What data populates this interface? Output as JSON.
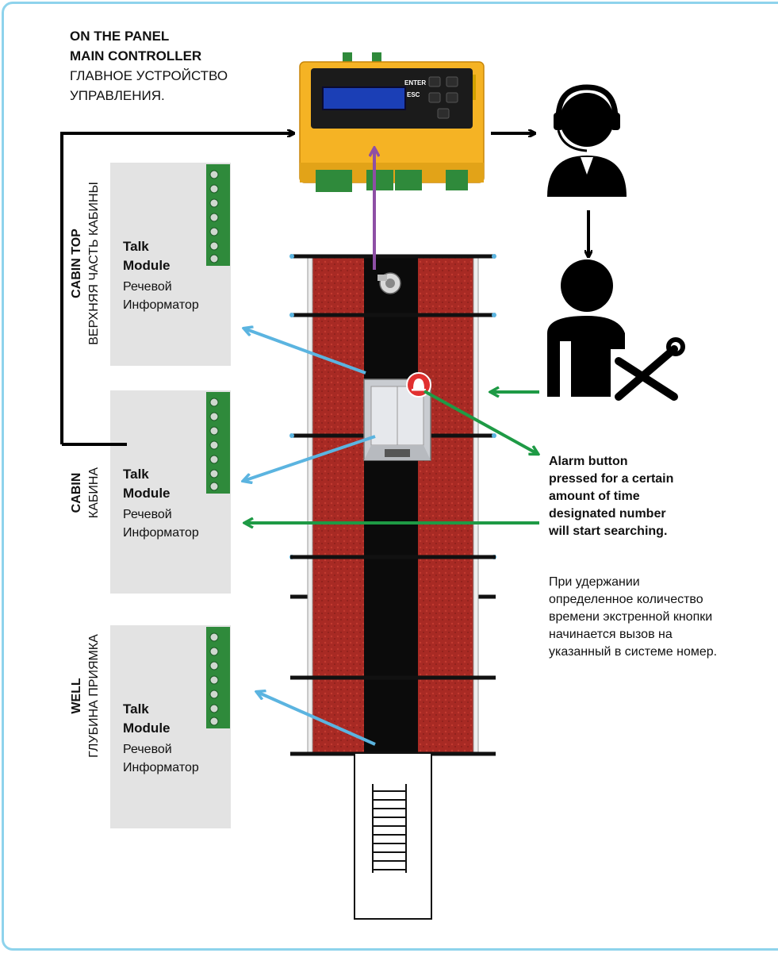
{
  "panel": {
    "title_line1": "ON THE PANEL",
    "title_line2": "MAIN CONTROLLER",
    "ru_line1": "ГЛАВНОЕ УСТРОЙСТВО",
    "ru_line2": "УПРАВЛЕНИЯ.",
    "enter_label": "ENTER",
    "esc_label": "ESC"
  },
  "zones": {
    "cabin_top": {
      "en": "CABIN TOP",
      "ru": "ВЕРХНЯЯ ЧАСТЬ КАБИНЫ"
    },
    "cabin": {
      "en": "CABIN",
      "ru": "КАБИНА"
    },
    "well": {
      "en": "WELL",
      "ru": "ГЛУБИНА ПРИЯМКА"
    }
  },
  "modules": [
    {
      "line1": "Talk",
      "line2": "Module",
      "ru1": "Речевой",
      "ru2": "Информатор"
    },
    {
      "line1": "Talk",
      "line2": "Module",
      "ru1": "Речевой",
      "ru2": "Информатор"
    },
    {
      "line1": "Talk",
      "line2": "Module",
      "ru1": "Речевой",
      "ru2": "Информатор"
    }
  ],
  "alarm": {
    "lines": [
      "Alarm button",
      "pressed for a certain",
      "amount of time",
      "designated number",
      "will start searching."
    ],
    "ru_lines": [
      "При удержании",
      "определенное количество",
      "времени экстренной кнопки",
      "начинается вызов на",
      "указанный в системе номер."
    ]
  },
  "colors": {
    "frame": "#8ed3ec",
    "controller": "#f5b324",
    "arrow_blue": "#5bb4e0",
    "arrow_green": "#1e9a45",
    "arrow_purple": "#8e4fa5",
    "shaft_wall": "#a82a24",
    "terminal": "#2f8a3b"
  }
}
